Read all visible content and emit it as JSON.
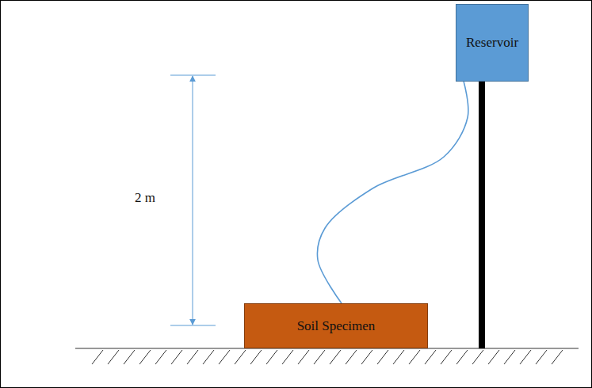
{
  "diagram": {
    "nodes": [
      {
        "text": [
          "Reservoir"
        ]
      },
      {
        "text": [
          "Soil Specimen"
        ]
      }
    ],
    "edges": [
      {
        "from": 0,
        "to": 1,
        "arrow": "none"
      }
    ],
    "labels": [
      "2 m"
    ]
  }
}
